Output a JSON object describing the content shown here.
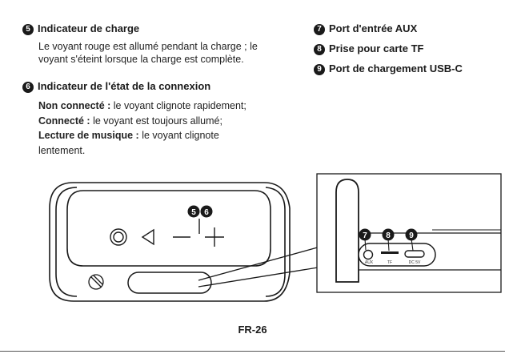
{
  "section5": {
    "num": "5",
    "title": "Indicateur de charge",
    "line1": "Le voyant rouge est allumé pendant la charge ; le",
    "line2": "voyant s'éteint lorsque la charge est complète."
  },
  "section6": {
    "num": "6",
    "title": "Indicateur de l'état de la connexion",
    "items": [
      {
        "label": "Non connecté :",
        "text": " le voyant clignote rapidement;"
      },
      {
        "label": "Connecté :",
        "text": " le voyant est toujours allumé;"
      },
      {
        "label": "Lecture de musique :",
        "text": " le voyant clignote",
        "cont": "lentement."
      }
    ]
  },
  "ports": [
    {
      "num": "7",
      "label": "Port d'entrée AUX"
    },
    {
      "num": "8",
      "label": "Prise pour carte TF"
    },
    {
      "num": "9",
      "label": "Port de chargement USB-C"
    }
  ],
  "diagram": {
    "callout_top": [
      "5",
      "6"
    ],
    "callout_ports": [
      "7",
      "8",
      "9"
    ],
    "port_labels": [
      "AUX",
      "TF",
      "DC 5V"
    ]
  },
  "footer": "FR-26"
}
